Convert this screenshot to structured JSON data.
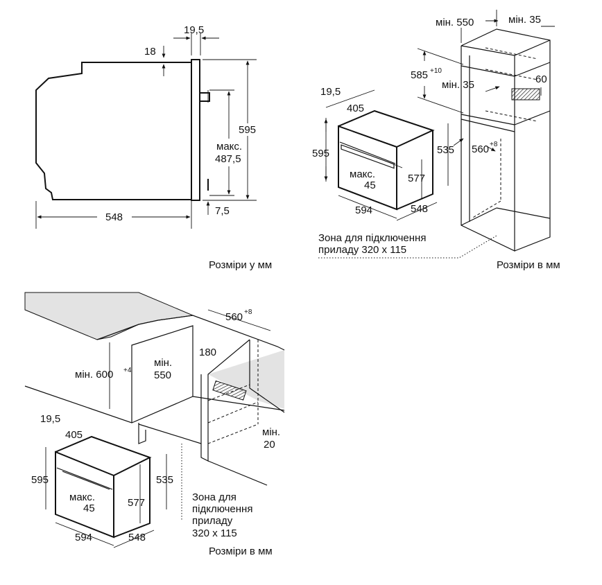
{
  "diagram1": {
    "dim_19_5": "19,5",
    "dim_18": "18",
    "dim_595": "595",
    "dim_max_label": "макс.",
    "dim_487_5": "487,5",
    "dim_7_5": "7,5",
    "dim_548": "548",
    "caption": "Розміри у мм"
  },
  "diagram2": {
    "min_550": "мін. 550",
    "min_35_top": "мін. 35",
    "dim_585": "585",
    "dim_585_sup": "+10",
    "min_35": "мін. 35",
    "dim_60": "60",
    "dim_19_5": "19,5",
    "dim_405": "405",
    "dim_595": "595",
    "dim_535": "535",
    "dim_560": "560",
    "dim_560_sup": "+8",
    "max_label": "макс.",
    "dim_45": "45",
    "dim_577": "577",
    "dim_594": "594",
    "dim_548": "548",
    "zone_line1": "Зона для підключення",
    "zone_line2": "приладу 320 x 115",
    "caption": "Розміри в мм"
  },
  "diagram3": {
    "dim_560": "560",
    "dim_560_sup": "+8",
    "min_600": "мін. 600",
    "min_600_sup": "+4",
    "min_label": "мін.",
    "dim_550": "550",
    "dim_180": "180",
    "min_20_label": "мін.",
    "dim_20": "20",
    "dim_19_5": "19,5",
    "dim_405": "405",
    "dim_595": "595",
    "dim_535": "535",
    "max_label": "макс.",
    "dim_45": "45",
    "dim_577": "577",
    "dim_594": "594",
    "dim_548": "548",
    "zone_line1": "Зона для",
    "zone_line2": "підключення",
    "zone_line3": "приладу",
    "zone_line4": "320 x 115",
    "caption": "Розміри в мм"
  }
}
